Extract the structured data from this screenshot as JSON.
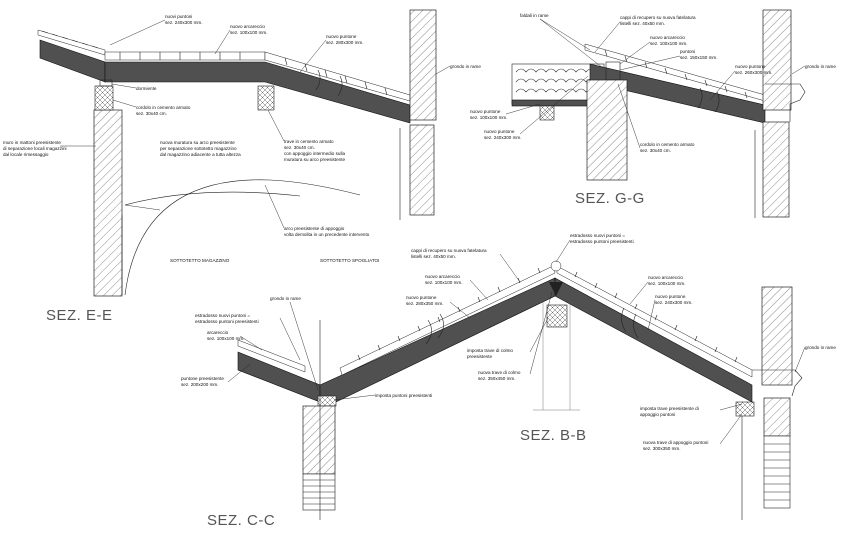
{
  "sections": {
    "ee": {
      "title": "SEZ. E-E",
      "labels": {
        "nuovi_puntoni": "nuovi puntoni",
        "nuovi_puntoni_sez": "sez. 240x300 mm.",
        "nuovo_arcareccio": "nuovo arcareccio",
        "nuovo_arcareccio_sez": "sez. 100x100 mm.",
        "nuovo_puntone": "nuovo puntone",
        "nuovo_puntone_sez": "sez. 280x300 mm.",
        "dormiente": "dormiente",
        "cordolo": "cordolo in cemento armato",
        "cordolo_sez": "sez. 30x40 cm.",
        "muro_1": "muro in mattoni preesistente",
        "muro_2": "di separazione locali magazzini",
        "muro_3": "dal locale rimessaggio",
        "muratura_1": "nuova muratura su arco preesistente",
        "muratura_2": "per separazione sottotetto magazzino",
        "muratura_3": "dal magazzino adiacente a tutta altezza",
        "trave_1": "trave in cemento armato",
        "trave_2": "sez. 30x40 cm.",
        "trave_3": "con appoggio intermedio sulla",
        "trave_4": "muratura su arco preesistente",
        "arco_1": "arco preesistente di appoggio",
        "arco_2": "volta demolita in un precedente intervento",
        "sottotetto_magazzino": "SOTTOTETTO MAGAZZINO",
        "sottotetto_spogliatoi": "SOTTOTETTO SPOGLIATOI",
        "grondo": "grondo in rame"
      }
    },
    "gg": {
      "title": "SEZ. G-G",
      "labels": {
        "faldali": "faldali in rame",
        "cappi_1": "cappi di recupero su nuova fatelatura",
        "cappi_2": "listelli sez. 40x50 mm.",
        "nuovo_arcareccio": "nuovo arcareccio",
        "nuovo_arcareccio_sez": "sez. 100x100 mm.",
        "puntoni_1": "puntoni",
        "puntoni_2": "sez. 150x150 mm.",
        "nuovo_puntone": "nuovo puntone",
        "nuovo_puntone_sez": "sez. 260x300 mm.",
        "grondo": "grondo in rame",
        "nuovo_puntone_small": "nuovo puntone",
        "nuovo_puntone_small_sez": "sez. 100x100 mm.",
        "nuovo_puntone_b": "nuovo puntone",
        "nuovo_puntone_b_sez": "sez. 240x300 mm.",
        "cordolo": "cordolo in cemento armato",
        "cordolo_sez": "sez. 30x40 cm."
      }
    },
    "bb": {
      "title": "SEZ. B-B",
      "labels": {
        "cappi_1": "cappi di recupero su nuova fatelatura",
        "cappi_2": "listelli sez. 40x50 mm.",
        "estradosso_1": "estradosso nuovi puntoni =",
        "estradosso_2": "estradosso puntoni preesistenti",
        "nuovo_arcareccio": "nuovo arcareccio",
        "nuovo_arcareccio_sez": "sez. 100x100 mm.",
        "nuovo_puntone": "nuovo puntone",
        "nuovo_puntone_sez": "sez. 280x350 mm.",
        "imposta_colmo_1": "imposta trave di colmo",
        "imposta_colmo_2": "preesistente",
        "trave_colmo_1": "nuova trave di colmo",
        "trave_colmo_2": "sez. 350x450 mm.",
        "nuovo_arcareccio_r": "nuovo arcareccio",
        "nuovo_arcareccio_r_sez": "sez. 100x100 mm.",
        "nuovo_puntone_r": "nuovo puntone",
        "nuovo_puntone_r_sez": "sez. 240x300 mm.",
        "grondo": "grondo in rame",
        "imposta_trave_1": "imposta trave preesistente di",
        "imposta_trave_2": "appoggio puntoni",
        "nuova_trave_1": "nuova trave di appoggio puntoni",
        "nuova_trave_2": "sez. 300x350 mm."
      }
    },
    "cc": {
      "title": "SEZ. C-C",
      "labels": {
        "grondo": "grondo in rame",
        "estradosso_1": "estradosso nuovi puntoni =",
        "estradosso_2": "estradosso puntoni preesistenti",
        "arcareccio": "arcareccio",
        "arcareccio_sez": "sez. 100x100 mm.",
        "puntone": "puntone preesistente",
        "puntone_sez": "sez. 200x200 mm.",
        "imposta_puntoni": "imposta puntoni preesistenti"
      }
    }
  }
}
